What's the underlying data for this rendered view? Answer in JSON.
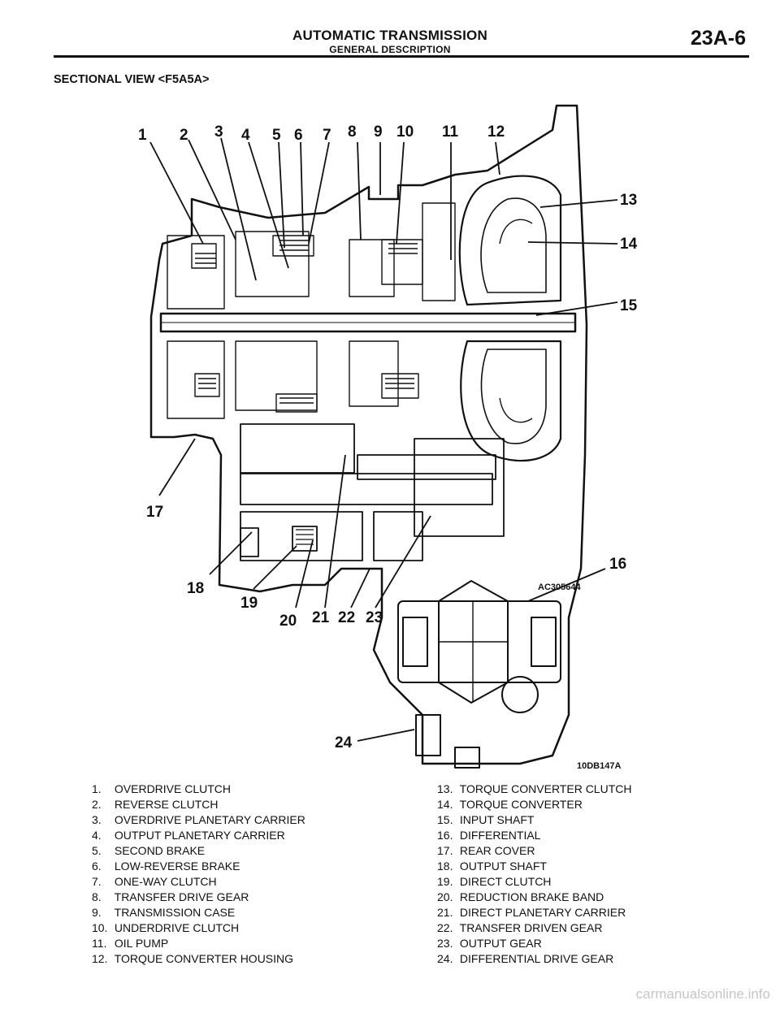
{
  "header": {
    "title": "AUTOMATIC TRANSMISSION",
    "subtitle": "GENERAL DESCRIPTION",
    "page_number": "23A-6"
  },
  "section_title": "SECTIONAL VIEW <F5A5A>",
  "figure": {
    "callouts": [
      "1",
      "2",
      "3",
      "4",
      "5",
      "6",
      "7",
      "8",
      "9",
      "10",
      "11",
      "12",
      "13",
      "14",
      "15",
      "16",
      "17",
      "18",
      "19",
      "20",
      "21",
      "22",
      "23",
      "24"
    ],
    "inner_code": "AC305644",
    "figure_code": "10DB147A"
  },
  "parts_left": [
    {
      "num": "1.",
      "name": "OVERDRIVE CLUTCH"
    },
    {
      "num": "2.",
      "name": "REVERSE CLUTCH"
    },
    {
      "num": "3.",
      "name": "OVERDRIVE PLANETARY CARRIER"
    },
    {
      "num": "4.",
      "name": "OUTPUT PLANETARY CARRIER"
    },
    {
      "num": "5.",
      "name": "SECOND BRAKE"
    },
    {
      "num": "6.",
      "name": "LOW-REVERSE BRAKE"
    },
    {
      "num": "7.",
      "name": "ONE-WAY CLUTCH"
    },
    {
      "num": "8.",
      "name": "TRANSFER DRIVE GEAR"
    },
    {
      "num": "9.",
      "name": "TRANSMISSION CASE"
    },
    {
      "num": "10.",
      "name": "UNDERDRIVE CLUTCH"
    },
    {
      "num": "11.",
      "name": "OIL PUMP"
    },
    {
      "num": "12.",
      "name": "TORQUE CONVERTER HOUSING"
    }
  ],
  "parts_right": [
    {
      "num": "13.",
      "name": "TORQUE CONVERTER CLUTCH"
    },
    {
      "num": "14.",
      "name": "TORQUE CONVERTER"
    },
    {
      "num": "15.",
      "name": "INPUT SHAFT"
    },
    {
      "num": "16.",
      "name": "DIFFERENTIAL"
    },
    {
      "num": "17.",
      "name": "REAR COVER"
    },
    {
      "num": "18.",
      "name": "OUTPUT SHAFT"
    },
    {
      "num": "19.",
      "name": "DIRECT CLUTCH"
    },
    {
      "num": "20.",
      "name": "REDUCTION BRAKE BAND"
    },
    {
      "num": "21.",
      "name": "DIRECT PLANETARY CARRIER"
    },
    {
      "num": "22.",
      "name": "TRANSFER DRIVEN GEAR"
    },
    {
      "num": "23.",
      "name": "OUTPUT GEAR"
    },
    {
      "num": "24.",
      "name": "DIFFERENTIAL DRIVE GEAR"
    }
  ],
  "watermark": "carmanualsonline.info"
}
